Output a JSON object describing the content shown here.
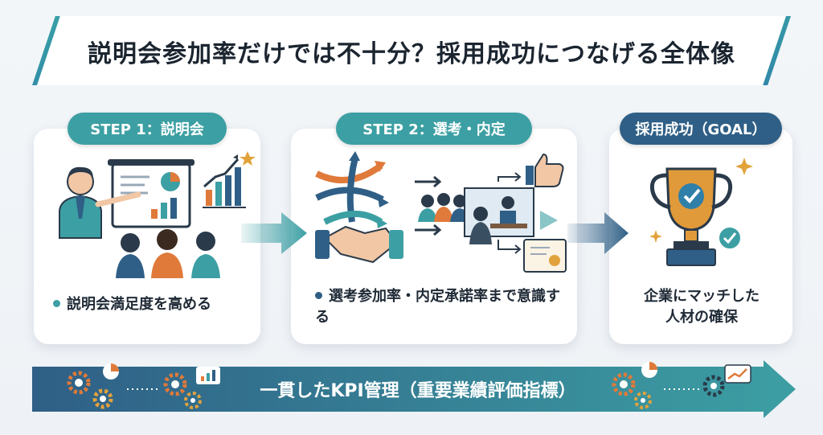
{
  "title": "説明会参加率だけでは不十分？採用成功につなげる全体像",
  "steps": [
    {
      "label": "STEP 1：説明会",
      "bullet": "説明会満足度を高める"
    },
    {
      "label": "STEP 2：選考・内定",
      "bullet": "選考参加率・内定承諾率まで意識する"
    },
    {
      "label": "採用成功（GOAL）",
      "bullet_line1": "企業にマッチした",
      "bullet_line2": "人材の確保"
    }
  ],
  "kpi_banner": "一貫したKPI管理（重要業績評価指標）",
  "colors": {
    "teal": "#3c9fa3",
    "navy": "#2f5f86",
    "orange": "#e07a3a",
    "gold": "#e2a23b"
  }
}
